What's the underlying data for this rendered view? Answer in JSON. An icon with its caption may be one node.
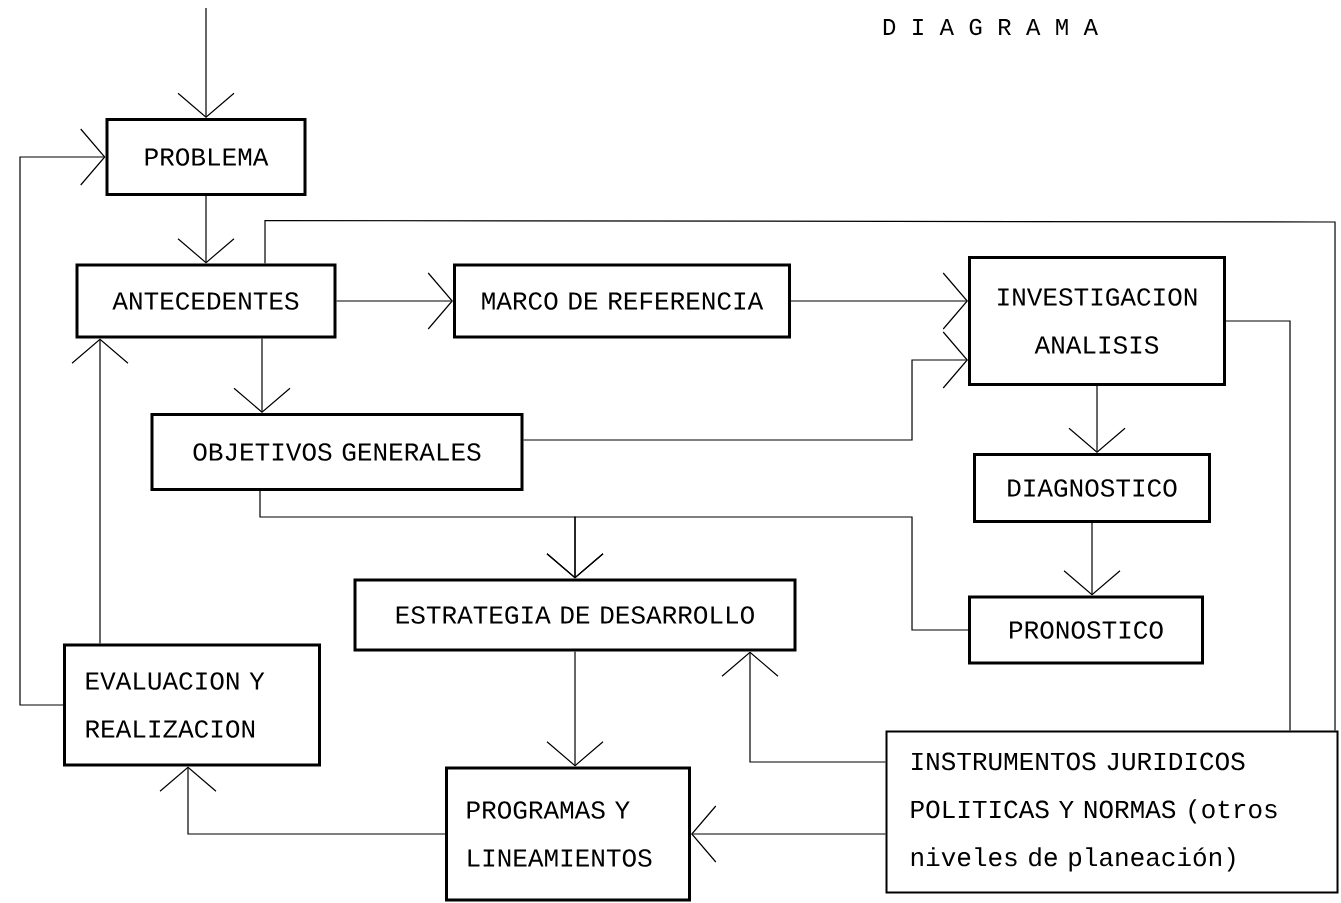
{
  "diagram": {
    "title": "D I A G R A M A",
    "nodes": [
      {
        "text": [
          "PROBLEMA"
        ]
      },
      {
        "text": [
          "ANTECEDENTES"
        ]
      },
      {
        "text": [
          "MARCO DE REFERENCIA"
        ]
      },
      {
        "text": [
          "INVESTIGACION ANALISIS"
        ]
      },
      {
        "text": [
          "OBJETIVOS GENERALES"
        ]
      },
      {
        "text": [
          "DIAGNOSTICO"
        ]
      },
      {
        "text": [
          "ESTRATEGIA DE DESARROLLO"
        ]
      },
      {
        "text": [
          "PRONOSTICO"
        ]
      },
      {
        "text": [
          "EVALUACION Y REALIZACION"
        ]
      },
      {
        "text": [
          "INSTRUMENTOS JURIDICOS POLITICAS Y NORMAS (otros niveles de planeación)"
        ]
      },
      {
        "text": [
          "PROGRAMAS Y LINEAMIENTOS"
        ]
      }
    ],
    "edges": [
      {
        "from": null,
        "to": 0,
        "arrow": "to"
      },
      {
        "from": 0,
        "to": 1,
        "arrow": "to"
      },
      {
        "from": 1,
        "to": 2,
        "arrow": "to"
      },
      {
        "from": 2,
        "to": 3,
        "arrow": "to"
      },
      {
        "from": 1,
        "to": 4,
        "arrow": "to"
      },
      {
        "from": 4,
        "to": 3,
        "arrow": "to"
      },
      {
        "from": 3,
        "to": 5,
        "arrow": "to"
      },
      {
        "from": 5,
        "to": 7,
        "arrow": "to"
      },
      {
        "from": 4,
        "to": 6,
        "arrow": "to"
      },
      {
        "from": 7,
        "to": 6,
        "arrow": "to"
      },
      {
        "from": 6,
        "to": 10,
        "arrow": "to"
      },
      {
        "from": 9,
        "to": 6,
        "arrow": "to"
      },
      {
        "from": 9,
        "to": 10,
        "arrow": "to"
      },
      {
        "from": 10,
        "to": 8,
        "arrow": "to"
      },
      {
        "from": 8,
        "to": 1,
        "arrow": "to"
      },
      {
        "from": 8,
        "to": 0,
        "arrow": "to"
      },
      {
        "from": 3,
        "to": 9,
        "arrow": "none"
      },
      {
        "from": 1,
        "to": 9,
        "arrow": "none"
      }
    ]
  }
}
